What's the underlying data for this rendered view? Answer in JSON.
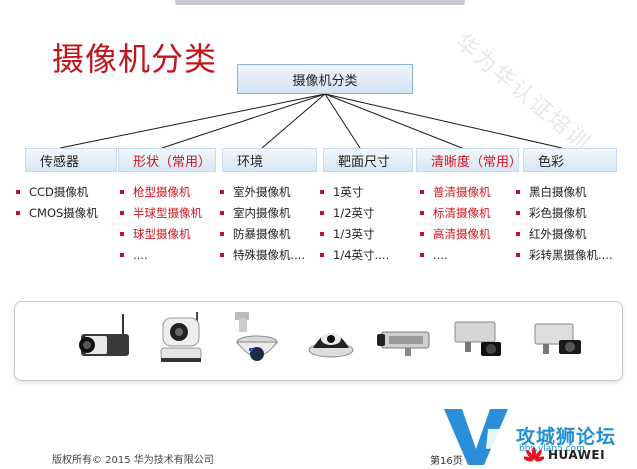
{
  "slide": {
    "title": "摄像机分类",
    "root_label": "摄像机分类",
    "watermark": "华为华认证培训"
  },
  "categories": [
    {
      "label": "传感器",
      "highlight": false,
      "items": [
        {
          "text": "CCD摄像机",
          "highlight": false
        },
        {
          "text": "CMOS摄像机",
          "highlight": false
        }
      ]
    },
    {
      "label": "形状（常用）",
      "highlight": true,
      "items": [
        {
          "text": "枪型摄像机",
          "highlight": true
        },
        {
          "text": "半球型摄像机",
          "highlight": true
        },
        {
          "text": "球型摄像机",
          "highlight": true
        },
        {
          "text": "....",
          "highlight": false
        }
      ]
    },
    {
      "label": "环境",
      "highlight": false,
      "items": [
        {
          "text": "室外摄像机",
          "highlight": false
        },
        {
          "text": "室内摄像机",
          "highlight": false
        },
        {
          "text": "防暴摄像机",
          "highlight": false
        },
        {
          "text": "特殊摄像机....",
          "highlight": false
        }
      ]
    },
    {
      "label": "靶面尺寸",
      "highlight": false,
      "items": [
        {
          "text": "1英寸",
          "highlight": false
        },
        {
          "text": "1/2英寸",
          "highlight": false
        },
        {
          "text": "1/3英寸",
          "highlight": false
        },
        {
          "text": "1/4英寸....",
          "highlight": false
        }
      ]
    },
    {
      "label": "清晰度（常用）",
      "highlight": true,
      "items": [
        {
          "text": "普清摄像机",
          "highlight": true
        },
        {
          "text": "标清摄像机",
          "highlight": true
        },
        {
          "text": "高清摄像机",
          "highlight": true
        },
        {
          "text": "....",
          "highlight": false
        }
      ]
    },
    {
      "label": "色彩",
      "highlight": false,
      "items": [
        {
          "text": "黑白摄像机",
          "highlight": false
        },
        {
          "text": "彩色摄像机",
          "highlight": false
        },
        {
          "text": "红外摄像机",
          "highlight": false
        },
        {
          "text": "彩转黑摄像机....",
          "highlight": false
        }
      ]
    }
  ],
  "camera_icons": [
    "ip-camera-icon",
    "pan-tilt-camera-icon",
    "speed-dome-camera-icon",
    "dome-camera-icon",
    "bullet-camera-icon",
    "box-camera-icon",
    "box-camera-icon"
  ],
  "footer": {
    "copyright": "版权所有© 2015 华为技术有限公司",
    "page_label": "第16页",
    "forum_name": "攻城狮论坛",
    "forum_url": "bbs.vlan5.com",
    "brand": "HUAWEI"
  },
  "colors": {
    "title": "#c0141e",
    "highlight": "#d2141e",
    "forum": "#1f8fd6"
  }
}
